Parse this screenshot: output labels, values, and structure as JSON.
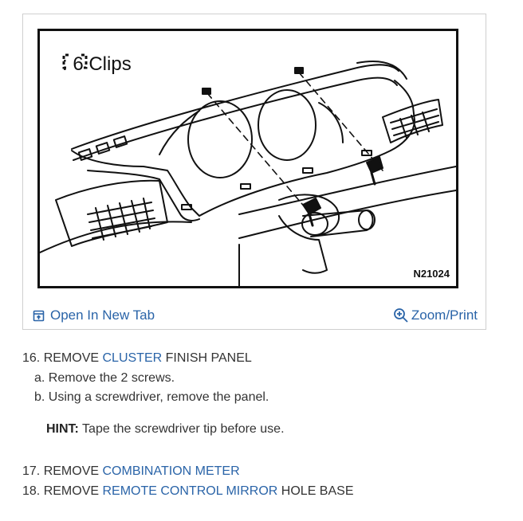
{
  "figure": {
    "clips_label": ": 6 Clips",
    "code": "N21024",
    "open_tab_label": "Open In New Tab",
    "zoom_label": "Zoom/Print"
  },
  "steps": {
    "s16": {
      "num": "16. REMOVE ",
      "link": "CLUSTER",
      "rest": " FINISH PANEL"
    },
    "s16a": "a. Remove the 2 screws.",
    "s16b": "b. Using a screwdriver, remove the panel.",
    "hint_label": "HINT:",
    "hint_text": " Tape the screwdriver tip before use.",
    "s17": {
      "num": "17. REMOVE ",
      "link": "COMBINATION METER"
    },
    "s18": {
      "num": "18. REMOVE ",
      "link": "REMOTE CONTROL MIRROR",
      "rest": " HOLE BASE"
    }
  },
  "colors": {
    "link": "#2a64a8",
    "text": "#333333"
  }
}
